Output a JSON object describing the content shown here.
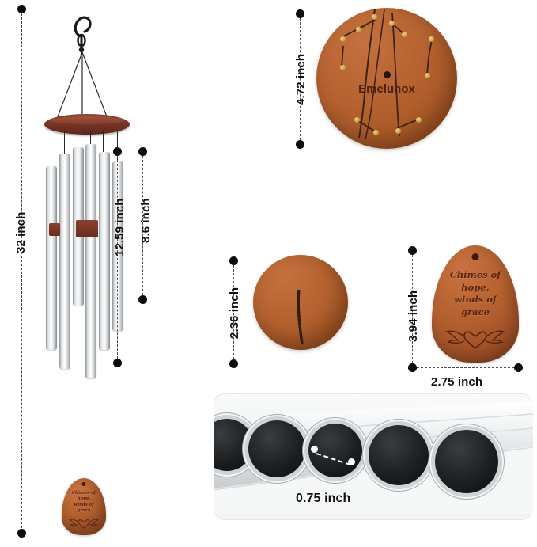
{
  "diagram": {
    "background_color": "#ffffff",
    "brand_name": "Emelunox",
    "engraving_lines": [
      "Chimes of",
      "hope,",
      "winds of",
      "grace"
    ],
    "wood_color": "#b4612f",
    "metal_color": "#d9dcde",
    "dot_color": "#0d0d0d"
  },
  "dimensions": {
    "total_length": "32 inch",
    "tube_span_long": "12.59 inch",
    "tube_span_short": "8.6 inch",
    "top_disc_diameter": "4.72 inch",
    "small_disc_diameter": "2.36 inch",
    "sail_height": "3.94 inch",
    "sail_width": "2.75 inch",
    "tube_diameter": "0.75 inch"
  },
  "parts": {
    "main_chime": "wind-chime-assembly",
    "hook": "s-hook",
    "top_disc": "engraved-wooden-top-disc",
    "small_disc": "small-wooden-disc",
    "wind_sail": "engraved-wind-sail",
    "tube_panel": "aluminum-tube-bundle"
  }
}
